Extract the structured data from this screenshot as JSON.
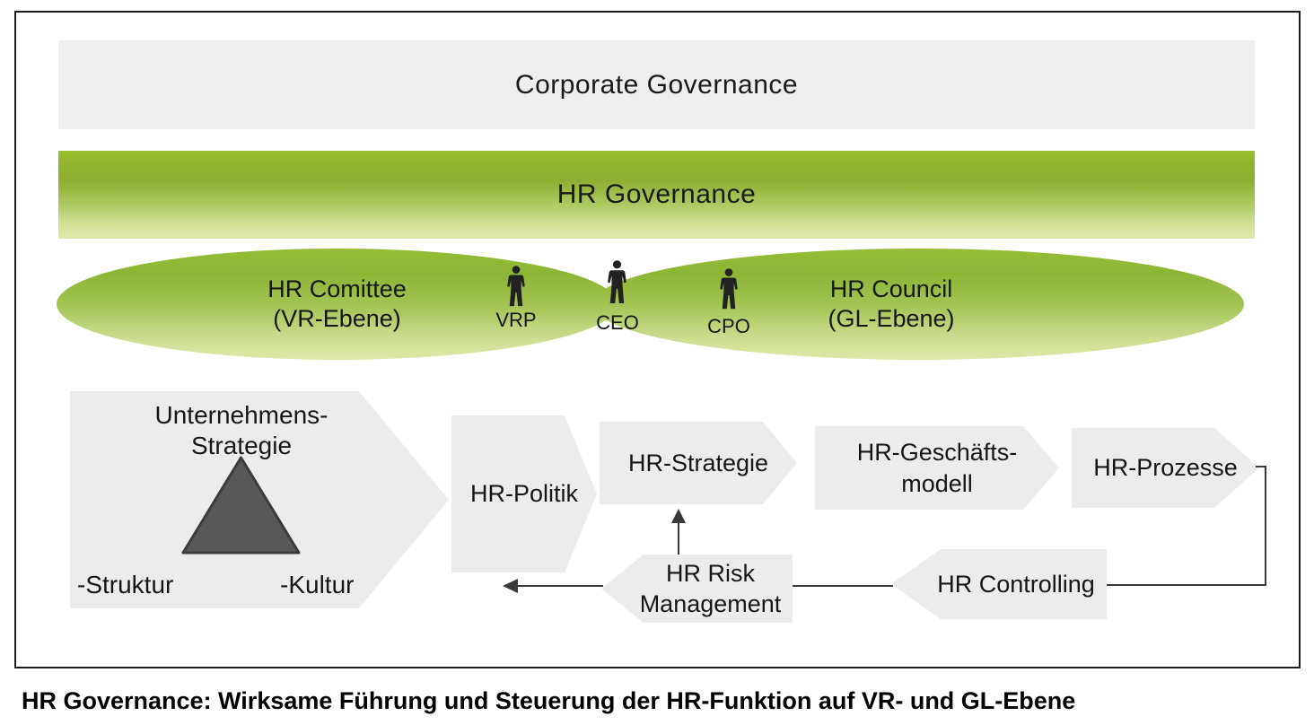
{
  "bars": {
    "corporate": "Corporate Governance",
    "hr_governance": "HR Governance"
  },
  "ellipses": {
    "committee": {
      "line1": "HR Comittee",
      "line2": "(VR-Ebene)"
    },
    "council": {
      "line1": "HR Council",
      "line2": "(GL-Ebene)"
    }
  },
  "persons": [
    {
      "label": "VRP"
    },
    {
      "label": "CEO"
    },
    {
      "label": "CPO"
    }
  ],
  "strategy": {
    "line1": "Unternehmens-",
    "line2": "Strategie",
    "struktur": "-Struktur",
    "kultur": "-Kultur"
  },
  "process": {
    "politik": "HR-Politik",
    "strategie": "HR-Strategie",
    "geschaeft1": "HR-Geschäfts-",
    "geschaeft2": "modell",
    "prozesse": "HR-Prozesse",
    "risk1": "HR Risk",
    "risk2": "Management",
    "controlling": "HR Controlling"
  },
  "caption": {
    "text": "HR Governance: Wirksame Führung und Steuerung der HR-Funktion auf VR- und GL-Ebene"
  },
  "colors": {
    "green_top": "#9cc02d",
    "green_bottom": "#dde8ab",
    "box_gray": "#ececea",
    "bar_gray": "#efeeec",
    "triangle_gray": "#58585a",
    "line": "#3a3a3a",
    "text": "#1a1a1a"
  }
}
